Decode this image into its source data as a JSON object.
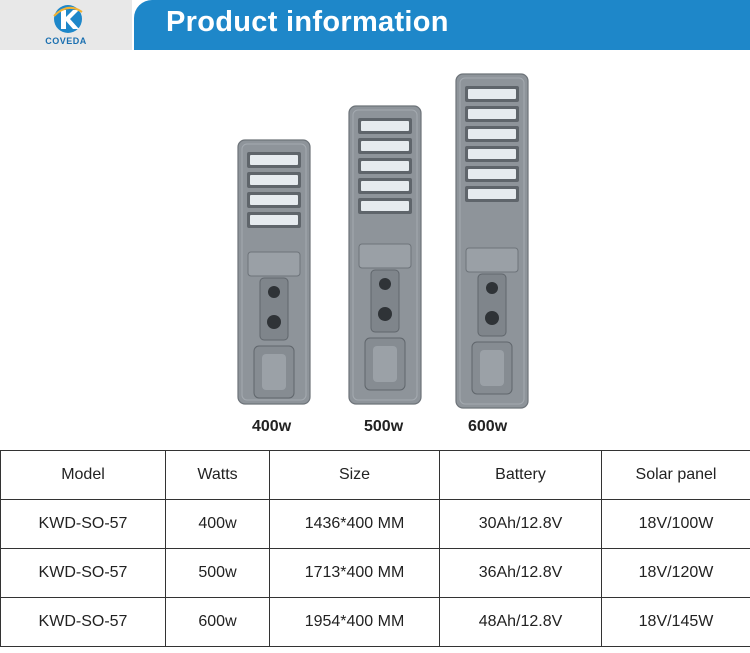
{
  "brand": {
    "name": "COVEDA",
    "logo_icon": "k-emblem-icon"
  },
  "header": {
    "title": "Product information"
  },
  "products": [
    {
      "label": "400w",
      "modules": 4
    },
    {
      "label": "500w",
      "modules": 5
    },
    {
      "label": "600w",
      "modules": 6
    }
  ],
  "table": {
    "headers": [
      "Model",
      "Watts",
      "Size",
      "Battery",
      "Solar panel"
    ],
    "rows": [
      [
        "KWD-SO-57",
        "400w",
        "1436*400 MM",
        "30Ah/12.8V",
        "18V/100W"
      ],
      [
        "KWD-SO-57",
        "500w",
        "1713*400 MM",
        "36Ah/12.8V",
        "18V/120W"
      ],
      [
        "KWD-SO-57",
        "600w",
        "1954*400 MM",
        "48Ah/12.8V",
        "18V/145W"
      ]
    ]
  },
  "colors": {
    "accent": "#1e87c9",
    "lamp_body": "#8e949a"
  }
}
